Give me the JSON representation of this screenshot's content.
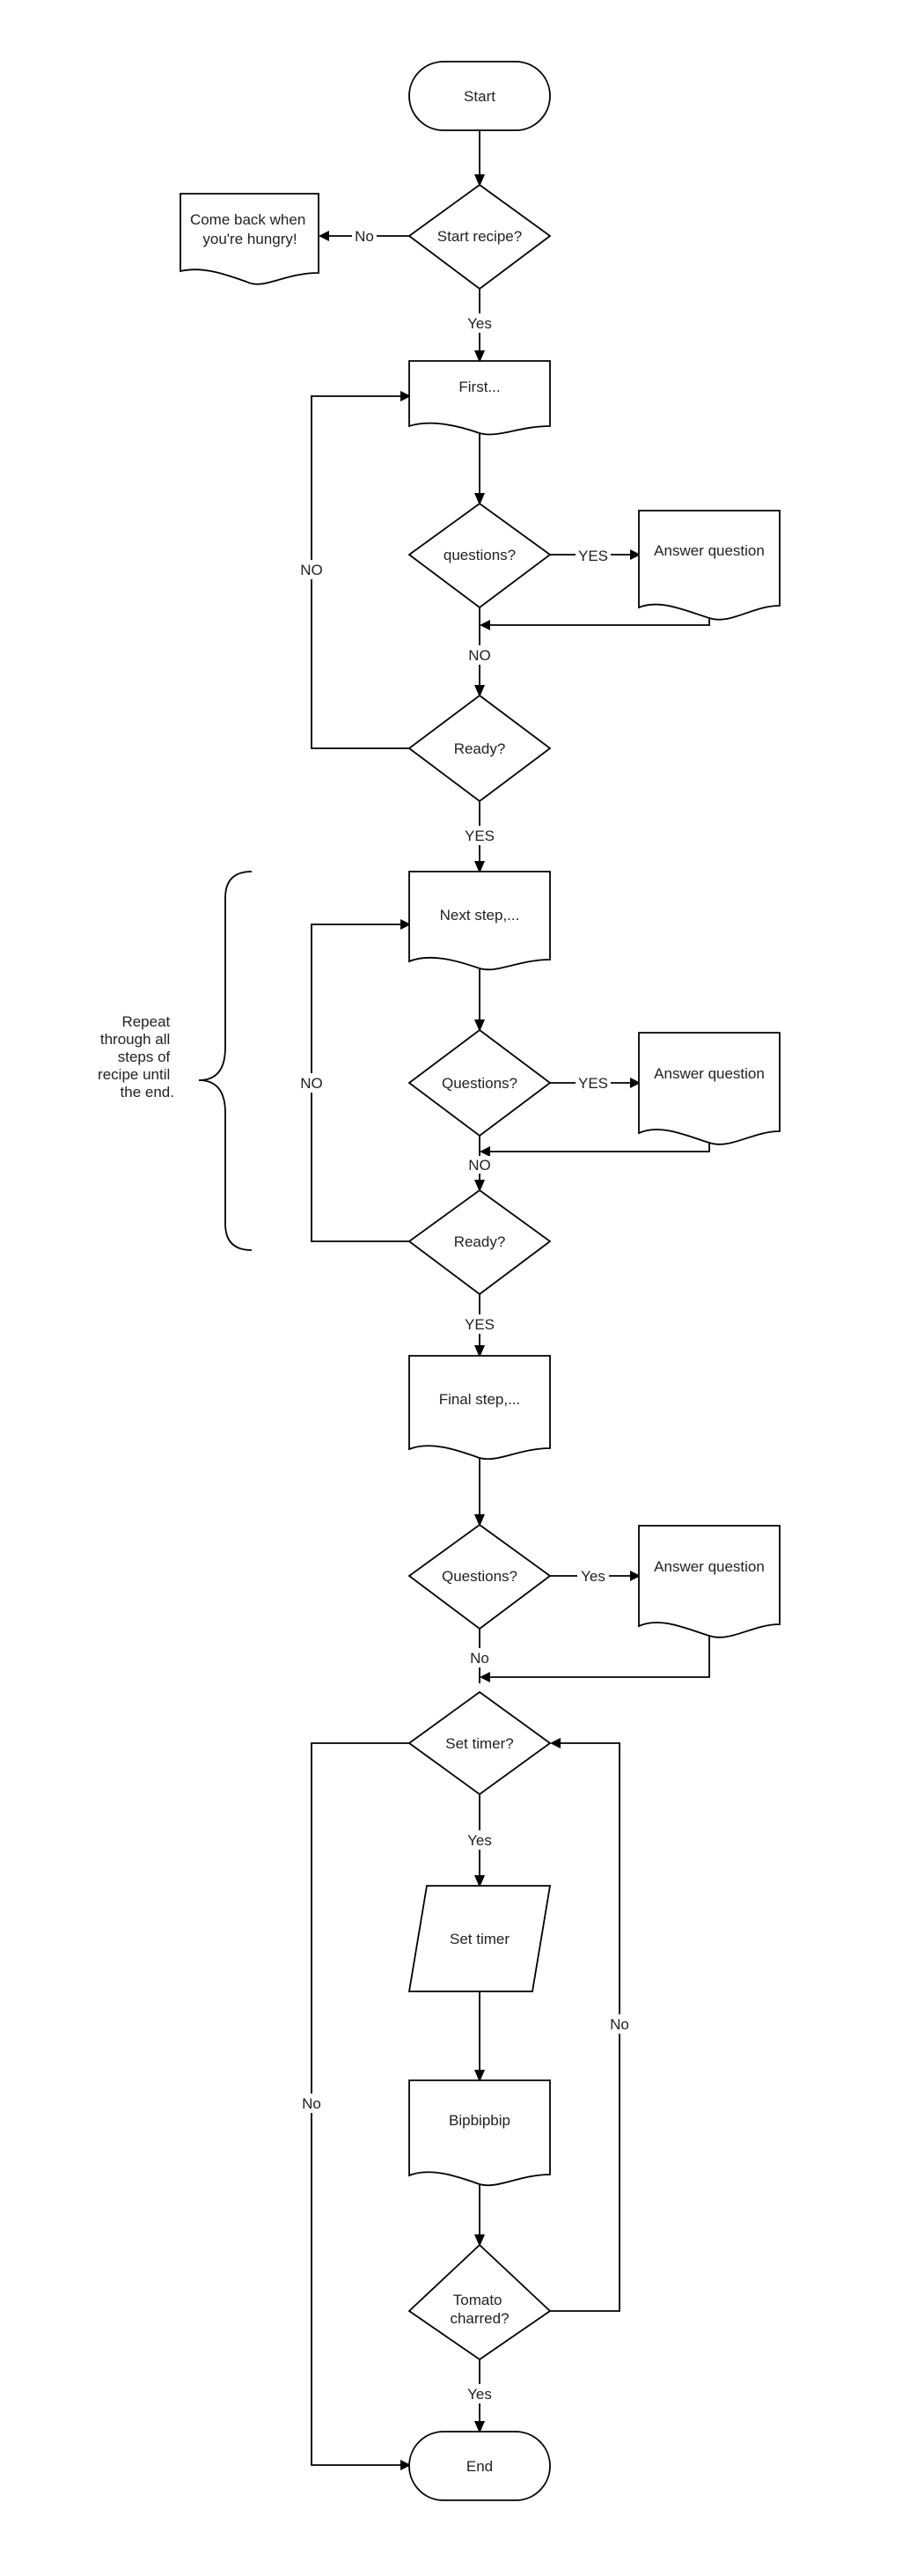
{
  "nodes": {
    "start": "Start",
    "start_recipe": "Start recipe?",
    "come_back": [
      "Come back when",
      "you're hungry!"
    ],
    "first": "First...",
    "questions_1": "questions?",
    "answer_1": "Answer question",
    "ready_1": "Ready?",
    "next_step": "Next step,...",
    "questions_2": "Questions?",
    "answer_2": "Answer question",
    "ready_2": "Ready?",
    "final_step": "Final step,...",
    "questions_3": "Questions?",
    "answer_3": "Answer question",
    "set_timer_q": "Set timer?",
    "set_timer": "Set timer",
    "bipbipbip": "Bipbipbip",
    "tomato": [
      "Tomato",
      "charred?"
    ],
    "end": "End"
  },
  "edges": {
    "start_recipe_no": "No",
    "start_recipe_yes": "Yes",
    "questions_1_yes": "YES",
    "questions_1_no": "NO",
    "ready_1_no": "NO",
    "ready_1_yes": "YES",
    "questions_2_yes": "YES",
    "questions_2_no": "NO",
    "ready_2_no": "NO",
    "ready_2_yes": "YES",
    "questions_3_yes": "Yes",
    "questions_3_no": "No",
    "set_timer_yes": "Yes",
    "set_timer_no": "No",
    "tomato_no": "No",
    "tomato_yes": "Yes"
  },
  "annotation": [
    "Repeat",
    "through all",
    "steps of",
    "recipe until",
    "the end."
  ]
}
